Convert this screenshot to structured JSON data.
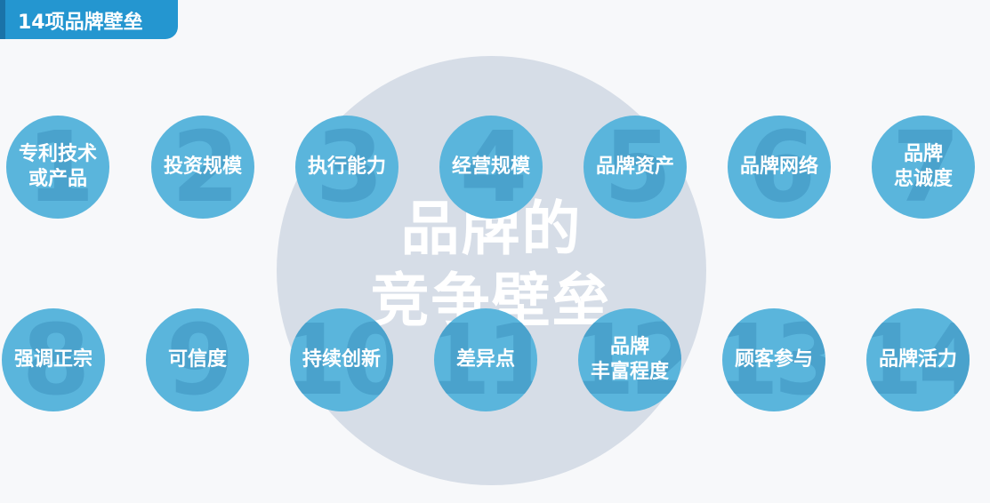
{
  "header": {
    "title": "14项品牌壁垒"
  },
  "center": {
    "line1": "品牌的",
    "line2": "竞争壁垒"
  },
  "nodes": [
    {
      "num": "1",
      "label": "专利技术\n或产品"
    },
    {
      "num": "2",
      "label": "投资规模"
    },
    {
      "num": "3",
      "label": "执行能力"
    },
    {
      "num": "4",
      "label": "经营规模"
    },
    {
      "num": "5",
      "label": "品牌资产"
    },
    {
      "num": "6",
      "label": "品牌网络"
    },
    {
      "num": "7",
      "label": "品牌\n忠诚度"
    },
    {
      "num": "8",
      "label": "强调正宗"
    },
    {
      "num": "9",
      "label": "可信度"
    },
    {
      "num": "10",
      "label": "持续创新"
    },
    {
      "num": "11",
      "label": "差异点"
    },
    {
      "num": "12",
      "label": "品牌\n丰富程度"
    },
    {
      "num": "13",
      "label": "顾客参与"
    },
    {
      "num": "14",
      "label": "品牌活力"
    }
  ],
  "colors": {
    "accent": "#2496d0",
    "node": "#5ab5dc",
    "center_circle": "#d6dde7"
  }
}
